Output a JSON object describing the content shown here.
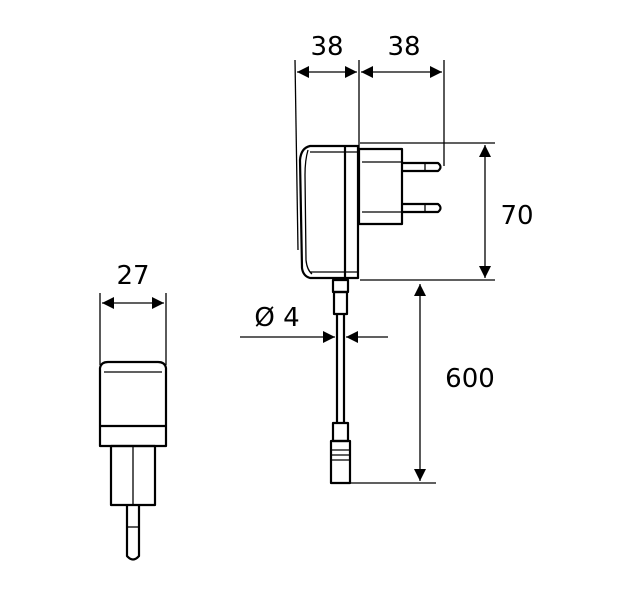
{
  "dimensions": {
    "width_body": "38",
    "width_plug": "38",
    "height": "70",
    "front_width": "27",
    "cable_diameter": "Ø 4",
    "cable_length": "600"
  },
  "colors": {
    "line": "#000000",
    "background": "#ffffff"
  }
}
